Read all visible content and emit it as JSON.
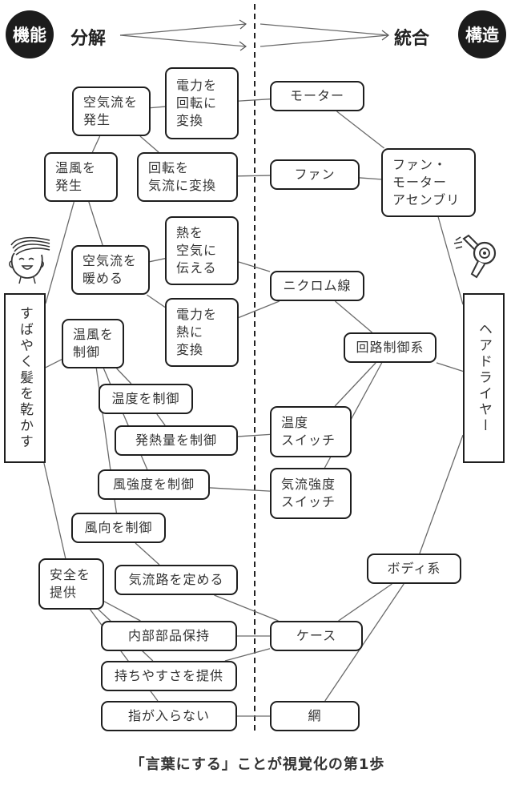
{
  "header": {
    "left_badge": "機能",
    "left_heading": "分解",
    "right_heading": "統合",
    "right_badge": "構造"
  },
  "caption": "「言葉にする」ことが視覚化の第1歩",
  "icons": {
    "person": "person-with-flowing-hair-icon",
    "hairdryer": "hair-dryer-icon"
  },
  "function_side": {
    "root": {
      "id": "f_root",
      "label": "すばやく髪を乾かす"
    },
    "nodes": [
      {
        "id": "f_kukiryu",
        "label": "空気流を\n発生"
      },
      {
        "id": "f_denryoku_kaiten",
        "label": "電力を\n回転に\n変換"
      },
      {
        "id": "f_onpu",
        "label": "温風を\n発生"
      },
      {
        "id": "f_kaiten_kiryu",
        "label": "回転を\n気流に変換"
      },
      {
        "id": "f_netsu_kuki",
        "label": "熱を\n空気に\n伝える"
      },
      {
        "id": "f_kukiryu_atatameru",
        "label": "空気流を\n暖める"
      },
      {
        "id": "f_denryoku_netsu",
        "label": "電力を\n熱に\n変換"
      },
      {
        "id": "f_onpu_seigyo",
        "label": "温風を\n制御"
      },
      {
        "id": "f_ondo_seigyo",
        "label": "温度を制御"
      },
      {
        "id": "f_hatsunetsu",
        "label": "発熱量を制御"
      },
      {
        "id": "f_fukyodo",
        "label": "風強度を制御"
      },
      {
        "id": "f_fuko",
        "label": "風向を制御"
      },
      {
        "id": "f_anzen",
        "label": "安全を\n提供"
      },
      {
        "id": "f_kiryuro",
        "label": "気流路を定める"
      },
      {
        "id": "f_naibu",
        "label": "内部部品保持"
      },
      {
        "id": "f_mochiyasusa",
        "label": "持ちやすさを提供"
      },
      {
        "id": "f_yubi",
        "label": "指が入らない"
      }
    ]
  },
  "structure_side": {
    "root": {
      "id": "s_root",
      "label": "ヘアドライヤー"
    },
    "nodes": [
      {
        "id": "s_motor",
        "label": "モーター"
      },
      {
        "id": "s_fan",
        "label": "ファン"
      },
      {
        "id": "s_fma",
        "label": "ファン・\nモーター\nアセンブリ"
      },
      {
        "id": "s_nichrome",
        "label": "ニクロム線"
      },
      {
        "id": "s_kairo",
        "label": "回路制御系"
      },
      {
        "id": "s_ondo_sw",
        "label": "温度\nスイッチ"
      },
      {
        "id": "s_kiryu_sw",
        "label": "気流強度\nスイッチ"
      },
      {
        "id": "s_body",
        "label": "ボディ系"
      },
      {
        "id": "s_case",
        "label": "ケース"
      },
      {
        "id": "s_ami",
        "label": "網"
      }
    ]
  },
  "edges": [
    [
      "f_root",
      "f_onpu"
    ],
    [
      "f_root",
      "f_onpu_seigyo"
    ],
    [
      "f_root",
      "f_anzen"
    ],
    [
      "f_onpu",
      "f_kukiryu"
    ],
    [
      "f_onpu",
      "f_kukiryu_atatameru"
    ],
    [
      "f_kukiryu",
      "f_denryoku_kaiten"
    ],
    [
      "f_kukiryu",
      "f_kaiten_kiryu"
    ],
    [
      "f_kukiryu_atatameru",
      "f_netsu_kuki"
    ],
    [
      "f_kukiryu_atatameru",
      "f_denryoku_netsu"
    ],
    [
      "f_onpu_seigyo",
      "f_ondo_seigyo"
    ],
    [
      "f_onpu_seigyo",
      "f_fukyodo"
    ],
    [
      "f_onpu_seigyo",
      "f_fuko"
    ],
    [
      "f_ondo_seigyo",
      "f_hatsunetsu"
    ],
    [
      "f_fuko",
      "f_kiryuro"
    ],
    [
      "f_anzen",
      "f_naibu"
    ],
    [
      "f_anzen",
      "f_mochiyasusa"
    ],
    [
      "f_anzen",
      "f_yubi"
    ],
    [
      "f_denryoku_kaiten",
      "s_motor"
    ],
    [
      "f_kaiten_kiryu",
      "s_fan"
    ],
    [
      "f_netsu_kuki",
      "s_nichrome"
    ],
    [
      "f_denryoku_netsu",
      "s_nichrome"
    ],
    [
      "f_hatsunetsu",
      "s_ondo_sw"
    ],
    [
      "f_fukyodo",
      "s_kiryu_sw"
    ],
    [
      "f_kiryuro",
      "s_case"
    ],
    [
      "f_naibu",
      "s_case"
    ],
    [
      "f_mochiyasusa",
      "s_case"
    ],
    [
      "f_yubi",
      "s_ami"
    ],
    [
      "s_motor",
      "s_fma"
    ],
    [
      "s_fan",
      "s_fma"
    ],
    [
      "s_fma",
      "s_root"
    ],
    [
      "s_nichrome",
      "s_kairo"
    ],
    [
      "s_kairo",
      "s_root"
    ],
    [
      "s_kairo",
      "s_ondo_sw"
    ],
    [
      "s_kairo",
      "s_kiryu_sw"
    ],
    [
      "s_root",
      "s_body"
    ],
    [
      "s_body",
      "s_case"
    ],
    [
      "s_body",
      "s_ami"
    ]
  ]
}
